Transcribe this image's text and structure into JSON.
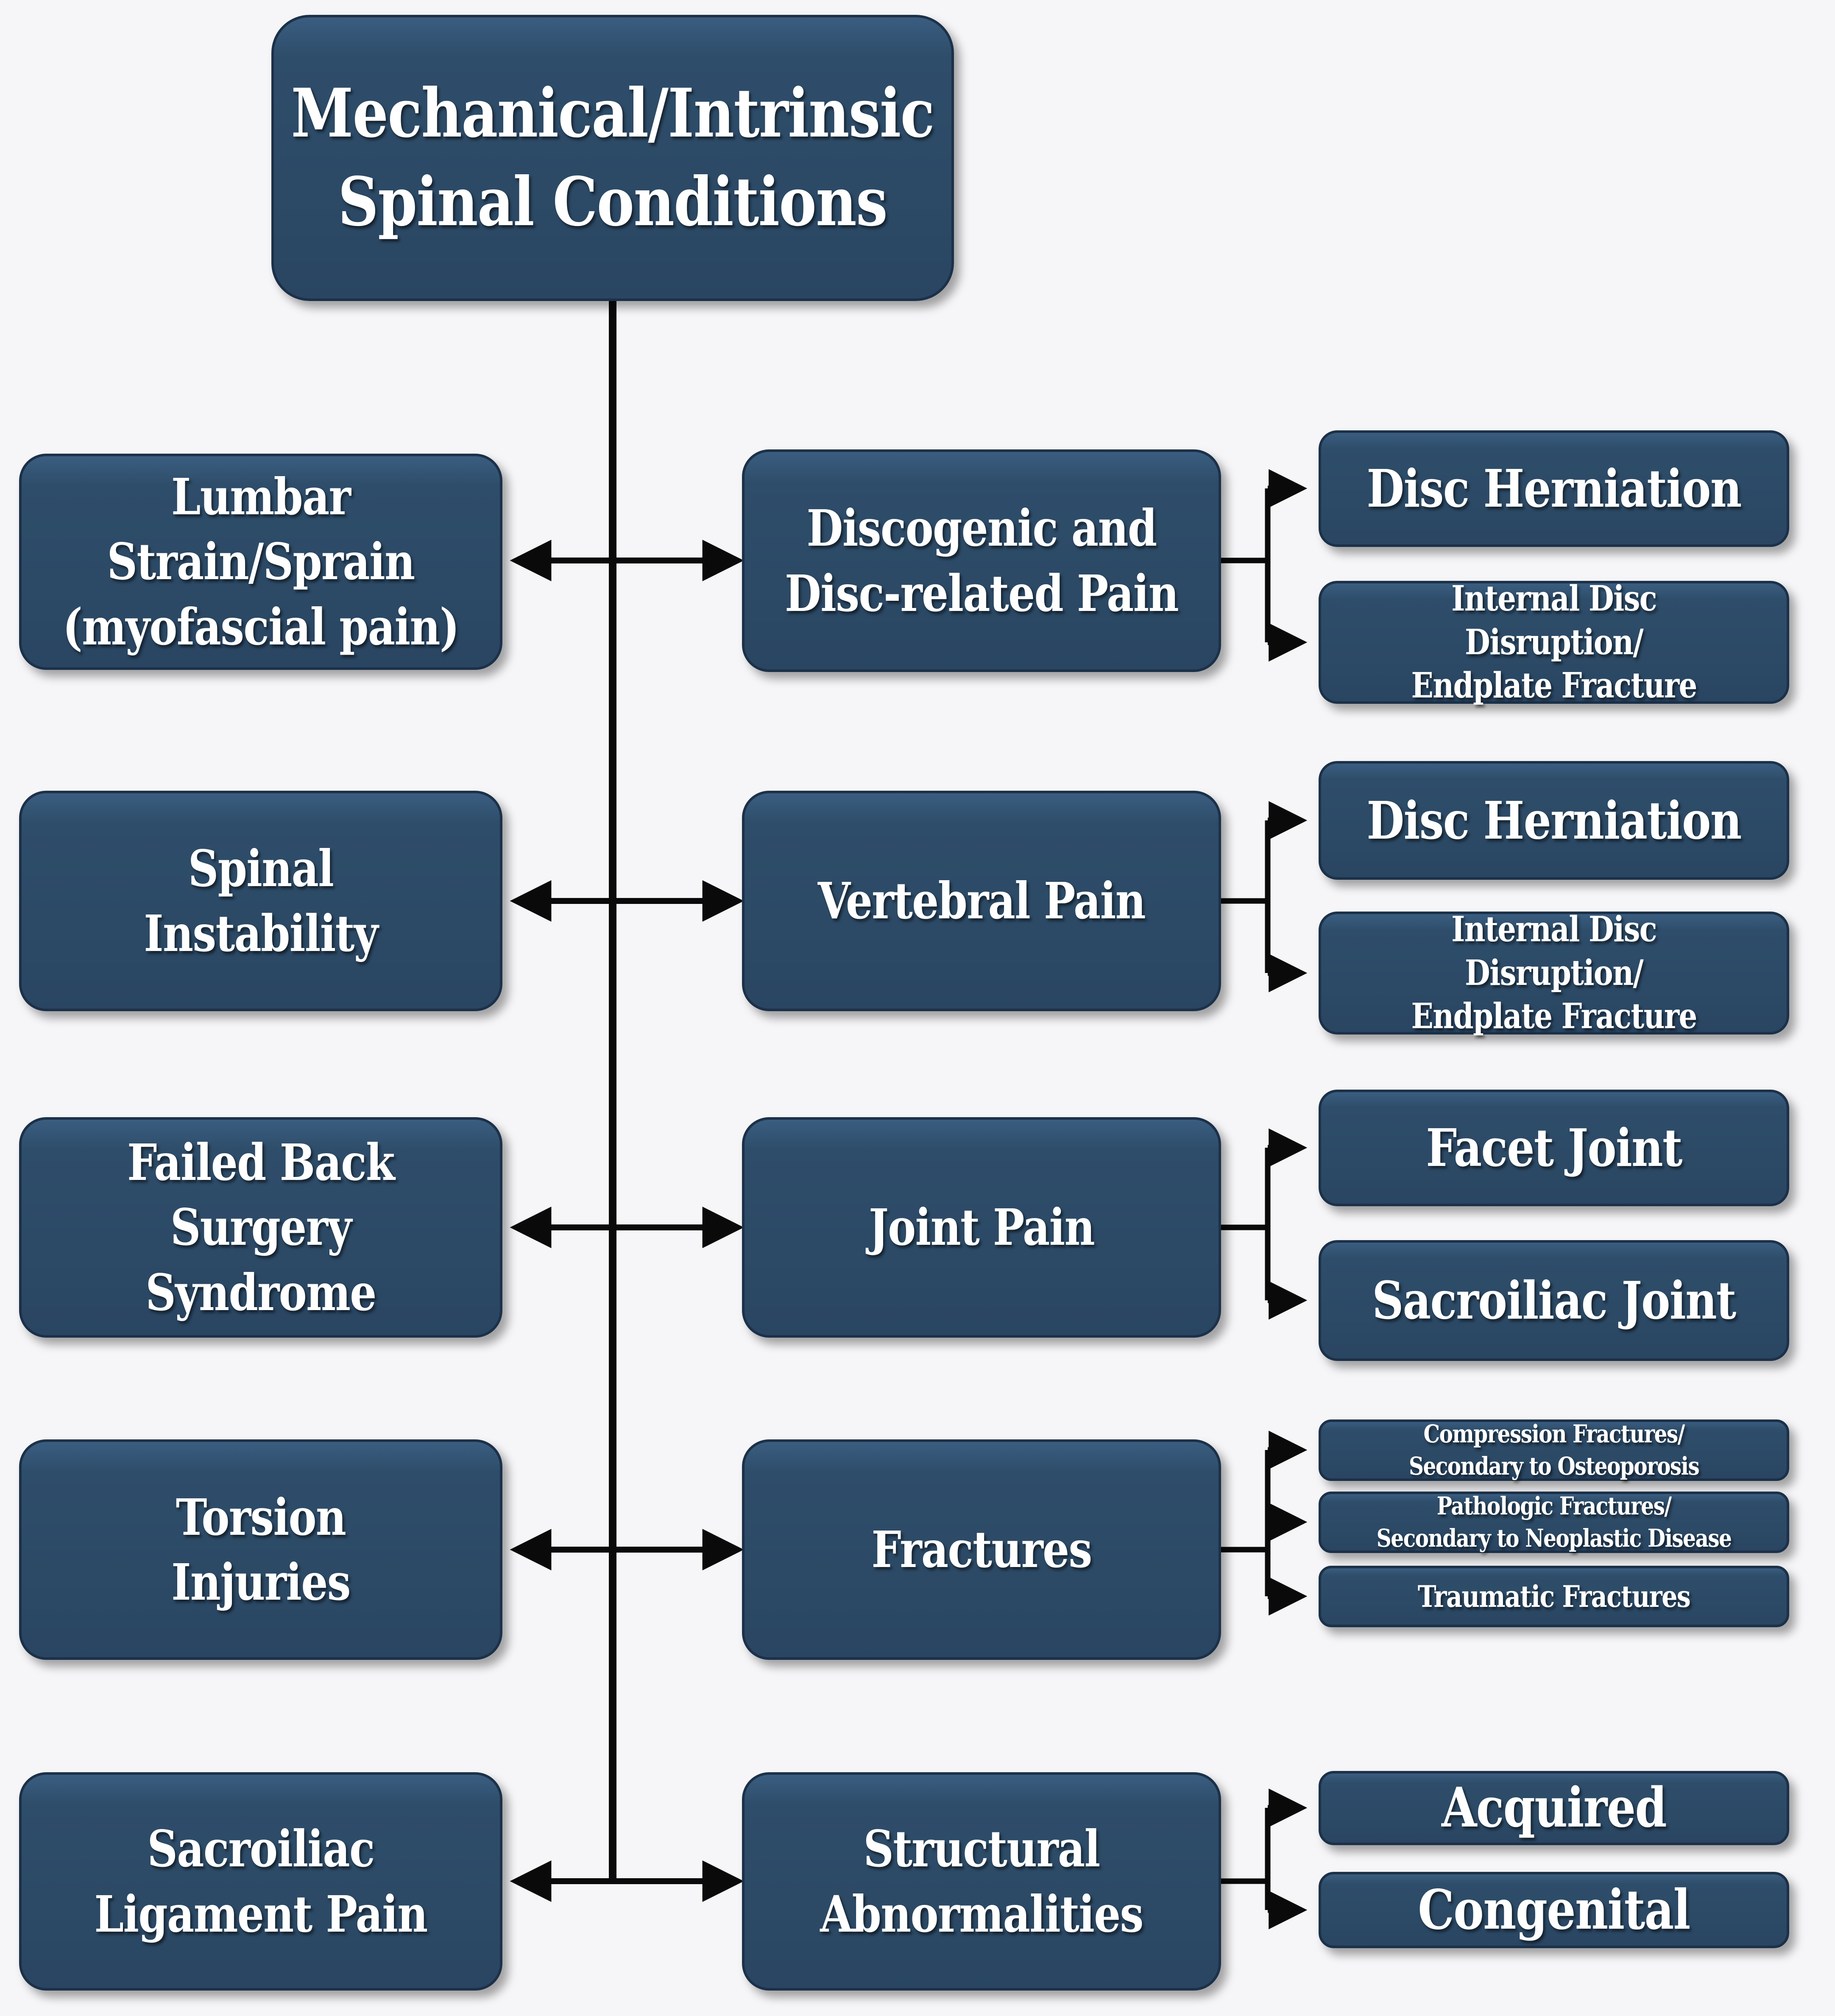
{
  "diagram": {
    "title": "Mechanical/Intrinsic\nSpinal Conditions",
    "colors": {
      "box_fill": "#2C4A66",
      "box_border": "#1C3149",
      "connector": "#0A0A0A",
      "background": "#F6F6F8",
      "text": "#FFFFFF"
    },
    "rows": [
      {
        "left": "Lumbar Strain/Sprain\n(myofascial pain)",
        "middle": "Discogenic and\nDisc-related Pain",
        "children": [
          "Disc Herniation",
          "Internal Disc Disruption/\nEndplate Fracture"
        ]
      },
      {
        "left": "Spinal\nInstability",
        "middle": "Vertebral Pain",
        "children": [
          "Disc Herniation",
          "Internal Disc Disruption/\nEndplate Fracture"
        ]
      },
      {
        "left": "Failed Back\nSurgery Syndrome",
        "middle": "Joint Pain",
        "children": [
          "Facet Joint",
          "Sacroiliac Joint"
        ]
      },
      {
        "left": "Torsion\nInjuries",
        "middle": "Fractures",
        "children": [
          "Compression Fractures/\nSecondary to Osteoporosis",
          "Pathologic Fractures/\nSecondary to Neoplastic Disease",
          "Traumatic Fractures"
        ]
      },
      {
        "left": "Sacroiliac\nLigament Pain",
        "middle": "Structural\nAbnormalities",
        "children": [
          "Acquired",
          "Congenital"
        ]
      }
    ]
  }
}
